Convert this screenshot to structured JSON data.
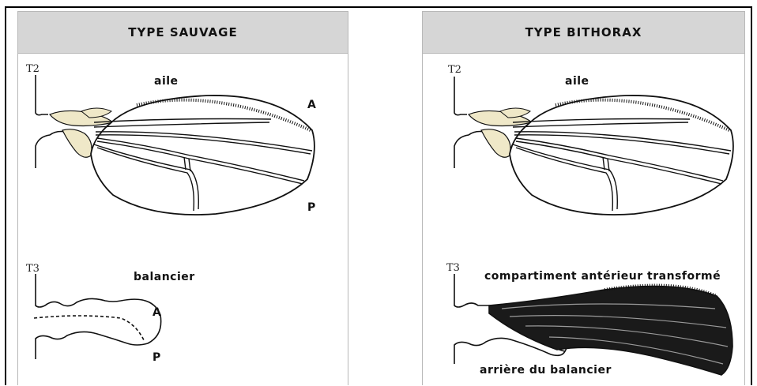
{
  "panels": {
    "wild": {
      "title": "TYPE SAUVAGE",
      "segment_t2": "T2",
      "segment_t3": "T3",
      "wing_label": "aile",
      "haltere_label": "balancier",
      "wing_anterior": "A",
      "wing_posterior": "P",
      "haltere_anterior": "A",
      "haltere_posterior": "P"
    },
    "bithorax": {
      "title": "TYPE  BITHORAX",
      "segment_t2": "T2",
      "segment_t3": "T3",
      "wing_label": "aile",
      "transformed_label": "compartiment antérieur transformé",
      "rear_label": "arrière du balancier"
    }
  },
  "colors": {
    "header_bg": "#d6d6d6",
    "wing_base_fill": "#efe8c8",
    "outline": "#111111",
    "transformed_fill": "#1a1a1a"
  }
}
